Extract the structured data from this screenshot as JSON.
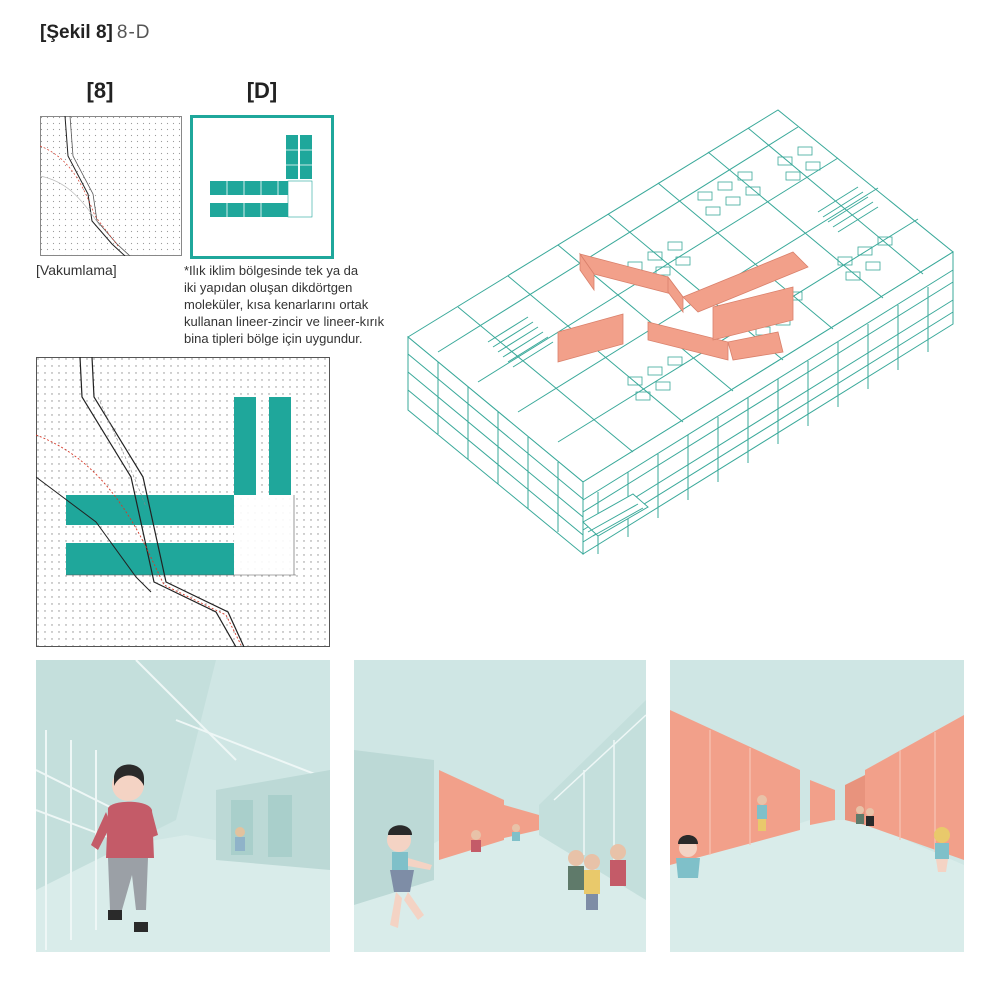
{
  "header": {
    "figure_label": "[Şekil 8]",
    "figure_code": "8-D"
  },
  "panels": {
    "panel_8_label": "[8]",
    "panel_d_label": "[D]",
    "vacuum_caption": "[Vakumlama]",
    "description": [
      "*Ilık iklim bölgesinde tek ya da",
      "iki yapıdan oluşan dikdörtgen",
      "moleküler, kısa kenarlarını ortak",
      "kullanan lineer-zincir ve lineer-kırık",
      "bina tipleri bölge için uygundur."
    ]
  },
  "colors": {
    "teal": "#1fa79b",
    "teal_line": "#3aa99a",
    "salmon": "#f2a08a",
    "scene_bg": "#cfe6e4",
    "floor": "#d9ecea",
    "red_line": "#d43a2a"
  },
  "illustrations": {
    "scene_1": "child-on-stairs",
    "scene_2": "children-running-in-corridor",
    "scene_3": "children-in-pink-corridor"
  }
}
